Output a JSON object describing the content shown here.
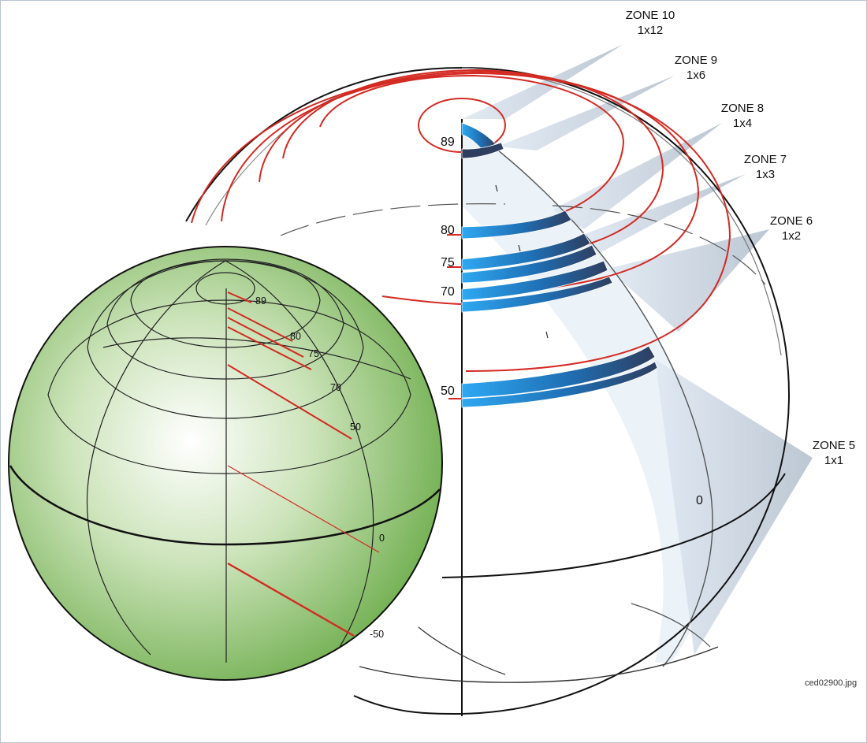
{
  "zones": [
    {
      "name": "ZONE 10",
      "division": "1x12"
    },
    {
      "name": "ZONE 9",
      "division": "1x6"
    },
    {
      "name": "ZONE 8",
      "division": "1x4"
    },
    {
      "name": "ZONE 7",
      "division": "1x3"
    },
    {
      "name": "ZONE 6",
      "division": "1x2"
    },
    {
      "name": "ZONE 5",
      "division": "1x1"
    }
  ],
  "large_sphere_latitudes": [
    "89",
    "80",
    "75",
    "70",
    "50",
    "0"
  ],
  "small_globe_latitudes": [
    "89",
    "80",
    "75",
    "70",
    "50",
    "0",
    "-50"
  ],
  "filename": "ced02900.jpg",
  "colors": {
    "latitude_circle": "#d32a22",
    "band_light": "#2ea8f2",
    "band_dark": "#2e3e5f",
    "globe_center": "#ffffff",
    "globe_edge": "#6fae4e",
    "callout": "#c9d7e6"
  }
}
